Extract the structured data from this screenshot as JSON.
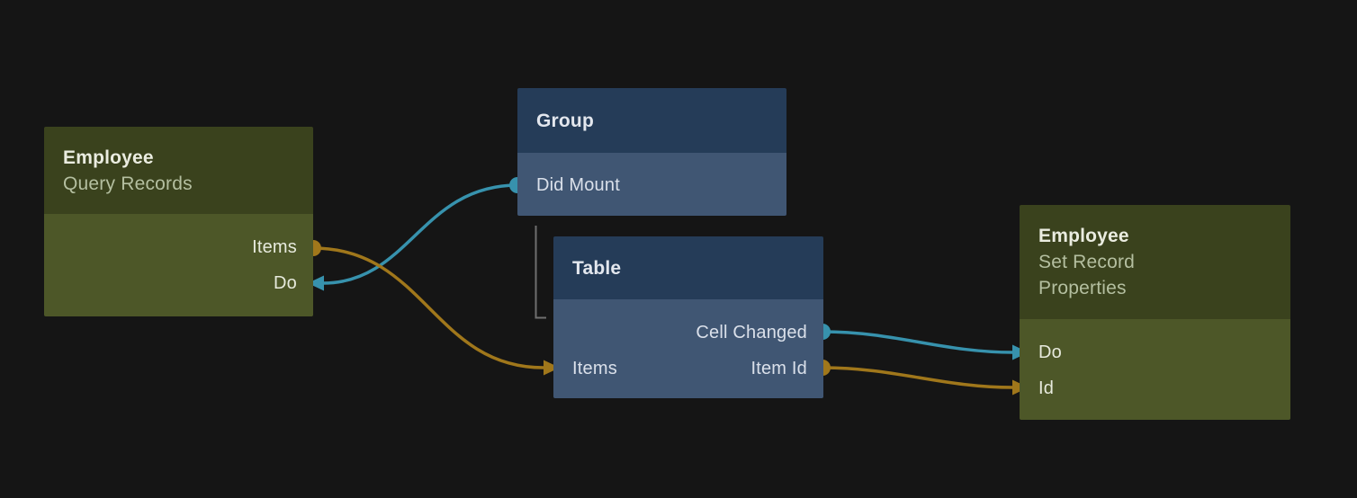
{
  "colors": {
    "background": "#151515",
    "wire_teal": "#3792ad",
    "wire_gold": "#a0771b",
    "containment_link": "#6f6f6f",
    "action_node_header": "#3a421d",
    "action_node_body": "#4d5728",
    "component_node_header": "#253c58",
    "component_node_body": "#405673"
  },
  "nodes": {
    "query_records": {
      "title": "Employee",
      "subtitle": "Query Records",
      "ports": {
        "items": {
          "label": "Items",
          "side": "right",
          "connector": "output-dot"
        },
        "do": {
          "label": "Do",
          "side": "right",
          "connector": "input-arrow"
        }
      }
    },
    "group": {
      "title": "Group",
      "ports": {
        "did_mount": {
          "label": "Did Mount",
          "side": "left",
          "connector": "output-dot"
        }
      }
    },
    "table": {
      "title": "Table",
      "ports": {
        "cell_changed": {
          "label": "Cell Changed",
          "side": "right",
          "connector": "output-dot"
        },
        "items": {
          "label": "Items",
          "side": "left",
          "connector": "input-arrow"
        },
        "item_id": {
          "label": "Item Id",
          "side": "right",
          "connector": "output-dot"
        }
      }
    },
    "set_record_properties": {
      "title": "Employee",
      "subtitle": "Set Record Properties",
      "ports": {
        "do": {
          "label": "Do",
          "side": "left",
          "connector": "input-arrow"
        },
        "id": {
          "label": "Id",
          "side": "left",
          "connector": "input-arrow"
        }
      }
    }
  },
  "edges": [
    {
      "from": "group.did_mount",
      "to": "query_records.do",
      "color_key": "wire_teal"
    },
    {
      "from": "query_records.items",
      "to": "table.items",
      "color_key": "wire_gold"
    },
    {
      "from": "table.cell_changed",
      "to": "set_record_properties.do",
      "color_key": "wire_teal"
    },
    {
      "from": "table.item_id",
      "to": "set_record_properties.id",
      "color_key": "wire_gold"
    },
    {
      "from": "group",
      "to": "table",
      "type": "containment",
      "color_key": "containment_link"
    }
  ]
}
